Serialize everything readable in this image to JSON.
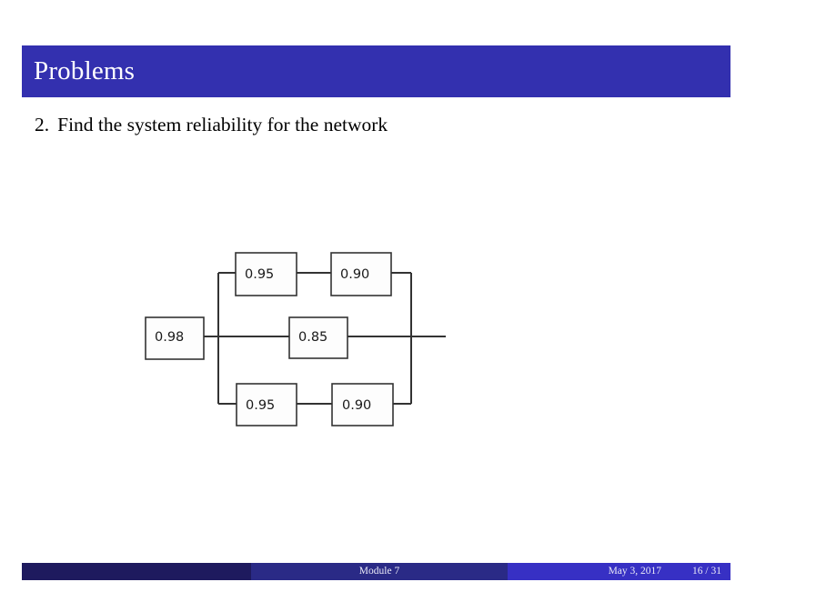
{
  "slide": {
    "title": "Problems",
    "item_number": "2.",
    "item_text": "Find the system reliability for the network"
  },
  "theme": {
    "title_bar_color": "#3330AF",
    "footer_left_color": "#1E1A5E",
    "footer_mid_color": "#2A2A86",
    "footer_right_color": "#3730C4",
    "title_text_color": "#FFFFFF",
    "diagram_line_color": "#333333"
  },
  "diagram": {
    "name": "reliability-block-diagram",
    "blocks": [
      {
        "id": "series-input",
        "value": "0.98",
        "branch": "input",
        "position": "left"
      },
      {
        "id": "top-first",
        "value": "0.95",
        "branch": "top",
        "position": "first"
      },
      {
        "id": "top-second",
        "value": "0.90",
        "branch": "top",
        "position": "second"
      },
      {
        "id": "middle-single",
        "value": "0.85",
        "branch": "middle",
        "position": "only"
      },
      {
        "id": "bottom-first",
        "value": "0.95",
        "branch": "bottom",
        "position": "first"
      },
      {
        "id": "bottom-second",
        "value": "0.90",
        "branch": "bottom",
        "position": "second"
      }
    ]
  },
  "footer": {
    "module": "Module 7",
    "date": "May 3, 2017",
    "page": "16 / 31"
  }
}
